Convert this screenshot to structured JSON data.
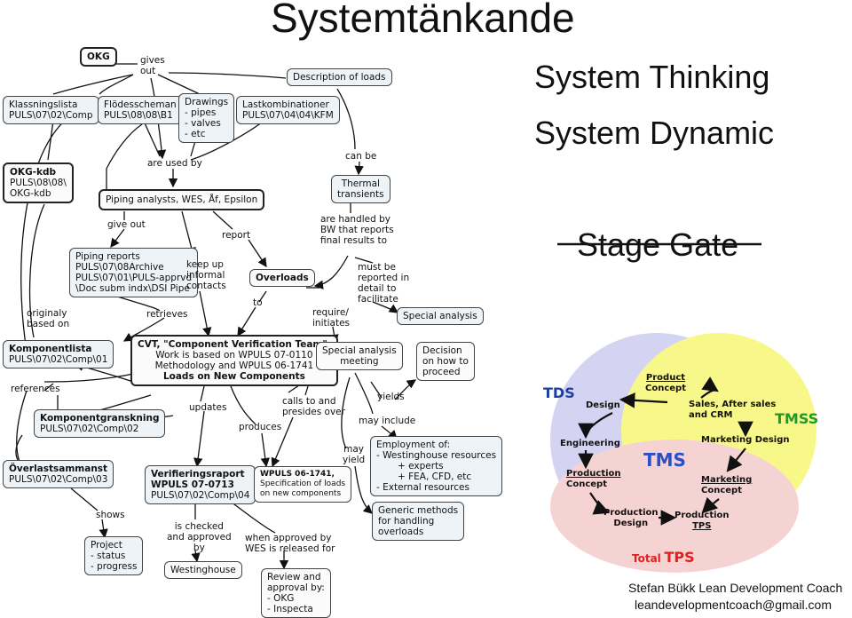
{
  "title": "Systemtänkande",
  "side": {
    "line1": "System Thinking",
    "line2": "System Dynamic",
    "stage_gate": "Stage Gate"
  },
  "author": {
    "name": "Stefan Bükk Lean Development Coach",
    "email": "leandevelopmentcoach@gmail.com"
  },
  "map": {
    "okg": "OKG",
    "gives_out": [
      "gives",
      "out"
    ],
    "description_of_loads": "Description of loads",
    "klassningslista": [
      "Klassningslista",
      "PULS\\07\\02\\Comp"
    ],
    "flodesscheman": [
      "Flödesscheman",
      "PULS\\08\\08\\B1"
    ],
    "drawings": [
      "Drawings",
      "- pipes",
      "- valves",
      "- etc"
    ],
    "lastkombinationer": [
      "Lastkombinationer",
      "PULS\\07\\04\\04\\KFM"
    ],
    "are_used_by": "are used by",
    "can_be": "can be",
    "okg_kdb": [
      "OKG-kdb",
      "PULS\\08\\08\\",
      "OKG-kdb"
    ],
    "thermal_transients": [
      "Thermal",
      "transients"
    ],
    "piping_analysts": "Piping analysts, WES, Åf, Epsilon",
    "give_out": "give out",
    "report": "report",
    "are_handled_by": [
      "are handled by",
      "BW that reports",
      "final results to"
    ],
    "piping_reports": [
      "Piping reports",
      "PULS\\07\\08Archive",
      "PULS\\07\\01\\PULS-apprvd",
      "\\Doc subm indx\\DSI Pipe"
    ],
    "keep_up": [
      "keep up",
      "informal",
      "contacts"
    ],
    "overloads": "Overloads",
    "must_be": [
      "must be",
      "reported in",
      "detail to",
      "facilitate"
    ],
    "special_analysis_box": "Special analysis",
    "originaly_based_on": [
      "originaly",
      "based on"
    ],
    "retrieves": "retrieves",
    "to": "to",
    "require_initiates": [
      "require/",
      "initiates"
    ],
    "komponentlista": [
      "Komponentlista",
      "PULS\\07\\02\\Comp\\01"
    ],
    "cvt": [
      "CVT, \"Component Verification Team\".",
      "Work is based on WPULS 07-0110",
      "Methodology and WPULS 06-1741",
      "Loads on New Components"
    ],
    "special_analysis_meeting": [
      "Special analysis",
      "meeting"
    ],
    "decision": [
      "Decision",
      "on how to",
      "proceed"
    ],
    "references": "references",
    "yields": "yields",
    "calls_to": [
      "calls to and",
      "presides over"
    ],
    "komponentgranskning": [
      "Komponentgranskning",
      "PULS\\07\\02\\Comp\\02"
    ],
    "updates": "updates",
    "may_include": "may include",
    "produces": "produces",
    "may_yield": [
      "may",
      "yield"
    ],
    "employment": [
      "Employment of:",
      "- Westinghouse resources",
      "+ experts",
      "+ FEA, CFD, etc",
      "- External resources"
    ],
    "overlastsammanst": [
      "Överlastsammanst",
      "PULS\\07\\02\\Comp\\03"
    ],
    "verifieringsraport": [
      "Verifieringsraport",
      "WPULS 07-0713",
      "PULS\\07\\02\\Comp\\04"
    ],
    "wpuls_06_1741": [
      "WPULS 06-1741,",
      "Specification of loads",
      "on new components"
    ],
    "shows": "shows",
    "generic_methods": [
      "Generic methods",
      "for handling",
      "overloads"
    ],
    "project": [
      "Project",
      "- status",
      "- progress"
    ],
    "is_checked": [
      "is checked",
      "and approved",
      "by"
    ],
    "when_approved": [
      "when approved by",
      "WES is released for"
    ],
    "westinghouse": "Westinghouse",
    "review": [
      "Review and",
      "approval by:",
      "- OKG",
      "- Inspecta"
    ]
  },
  "venn": {
    "tds": "TDS",
    "tmss": "TMSS",
    "tms": "TMS",
    "total": "Total",
    "tps": "TPS",
    "product_concept": [
      "Product",
      "Concept"
    ],
    "design": "Design",
    "sales": [
      "Sales, After sales",
      "and CRM"
    ],
    "engineering": "Engineering",
    "marketing_design": "Marketing Design",
    "production_concept": [
      "Production",
      "Concept"
    ],
    "marketing_concept": [
      "Marketing",
      "Concept"
    ],
    "production_design": [
      "Production",
      "Design"
    ],
    "production_tps": [
      "Production",
      "TPS"
    ],
    "colors": {
      "tds": "#c9c9ef",
      "tmss": "#f7f56a",
      "tps": "#f4c7c7",
      "tds_text": "#1f3fa0",
      "tmss_text": "#1e9a2a",
      "tps_text": "#e01e1e",
      "tms_text": "#2a4fc8"
    }
  }
}
